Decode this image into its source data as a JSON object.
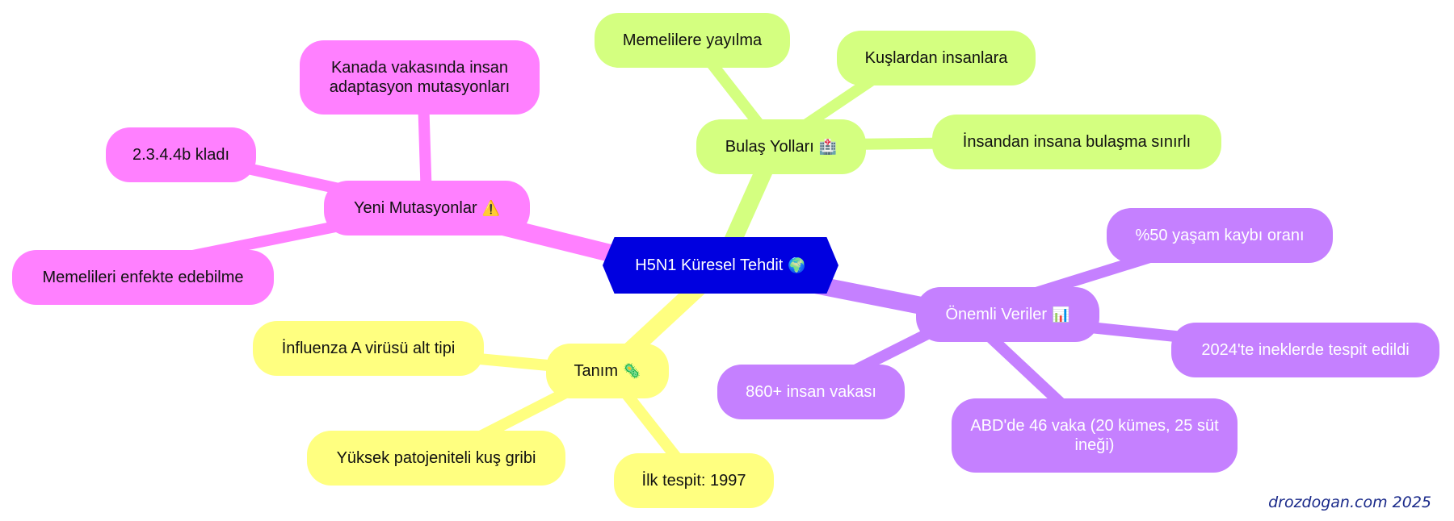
{
  "root": {
    "label": "H5N1 Küresel Tehdit",
    "icon": "🌍"
  },
  "branches": {
    "mutations": {
      "label": "Yeni Mutasyonlar",
      "icon": "⚠️",
      "color": "#ff80ff",
      "items": [
        "Kanada vakasında insan adaptasyon mutasyonları",
        "2.3.4.4b kladı",
        "Memelileri enfekte edebilme"
      ]
    },
    "transmission": {
      "label": "Bulaş Yolları",
      "icon": "🏥",
      "color": "#d4ff80",
      "items": [
        "Memelilere yayılma",
        "Kuşlardan insanlara",
        "İnsandan insana bulaşma sınırlı"
      ]
    },
    "definition": {
      "label": "Tanım",
      "icon": "🦠",
      "color": "#ffff80",
      "items": [
        "İnfluenza A virüsü alt tipi",
        "Yüksek patojeniteli kuş gribi",
        "İlk tespit: 1997"
      ]
    },
    "data": {
      "label": "Önemli Veriler",
      "icon": "📊",
      "color": "#c580ff",
      "items": [
        "%50 yaşam kaybı oranı",
        "2024'te ineklerde tespit edildi",
        "ABD'de 46 vaka (20 kümes, 25 süt ineği)",
        "860+ insan vakası"
      ]
    }
  },
  "footer": "drozdogan.com 2025"
}
